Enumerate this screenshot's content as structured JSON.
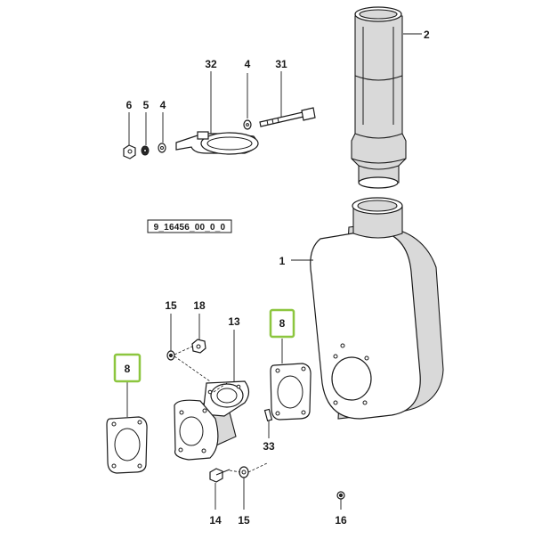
{
  "drawing_ref": "9_16456_00_0_0",
  "highlight_color": "#8cc63f",
  "labels": {
    "l1": "1",
    "l2": "2",
    "l32": "32",
    "l4a": "4",
    "l31": "31",
    "l6": "6",
    "l5": "5",
    "l4b": "4",
    "l15a": "15",
    "l18": "18",
    "l13": "13",
    "l8a": "8",
    "l8b": "8",
    "l33": "33",
    "l14": "14",
    "l15b": "15",
    "l16": "16"
  }
}
